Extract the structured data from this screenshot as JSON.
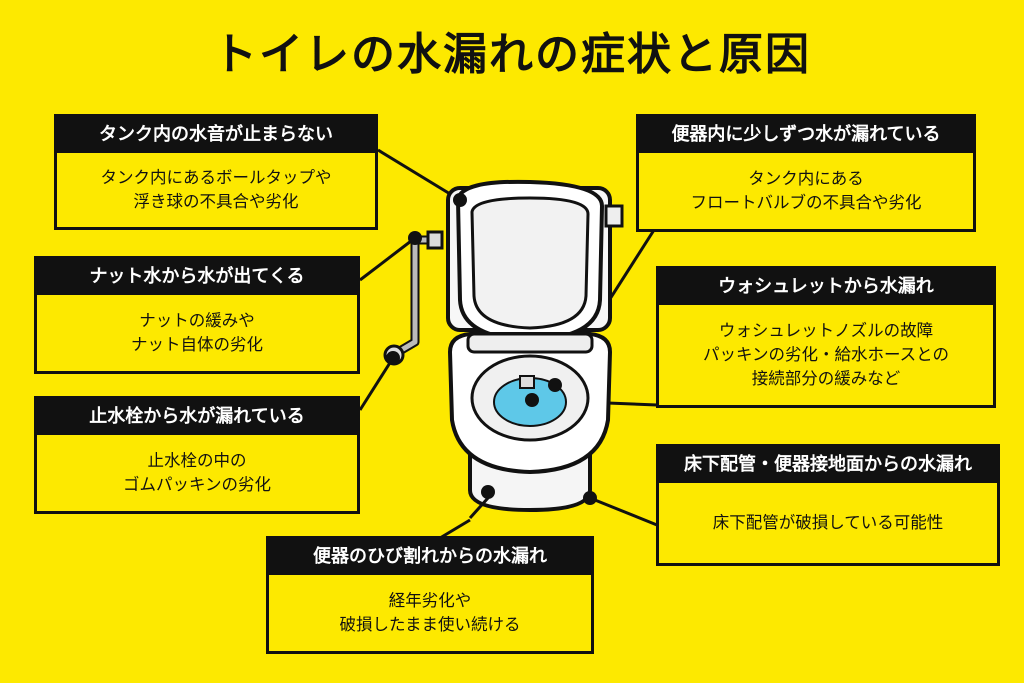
{
  "title": "トイレの水漏れの症状と原因",
  "callouts": [
    {
      "heading": "タンク内の水音が止まらない",
      "lines": [
        "タンク内にあるボールタップや",
        "浮き球の不具合や劣化"
      ]
    },
    {
      "heading": "ナット水から水が出てくる",
      "lines": [
        "ナットの緩みや",
        "ナット自体の劣化"
      ]
    },
    {
      "heading": "止水栓から水が漏れている",
      "lines": [
        "止水栓の中の",
        "ゴムパッキンの劣化"
      ]
    },
    {
      "heading": "便器のひび割れからの水漏れ",
      "lines": [
        "経年劣化や",
        "破損したまま使い続ける"
      ]
    },
    {
      "heading": "便器内に少しずつ水が漏れている",
      "lines": [
        "タンク内にある",
        "フロートバルブの不具合や劣化"
      ]
    },
    {
      "heading": "ウォシュレットから水漏れ",
      "lines": [
        "ウォシュレットノズルの故障",
        "パッキンの劣化・給水ホースとの",
        "接続部分の緩みなど"
      ]
    },
    {
      "heading": "床下配管・便器接地面からの水漏れ",
      "lines": [
        "床下配管が破損している可能性"
      ]
    }
  ],
  "colors": {
    "background": "#fde900",
    "ink": "#111111",
    "water": "#5ec8e8"
  }
}
